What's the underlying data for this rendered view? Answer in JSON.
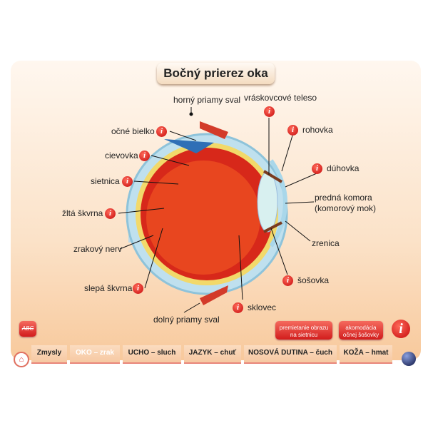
{
  "title": "Bočný prierez oka",
  "labels": {
    "horny": "horný priamy sval",
    "vraskovcove": "vráskovcové teleso",
    "ocne_bielko": "očné bielko",
    "rohovka": "rohovka",
    "cievovka": "cievovka",
    "duhovka": "dúhovka",
    "sietnica": "sietnica",
    "predna1": "predná komora",
    "predna2": "(komorový mok)",
    "zlta": "žltá škvrna",
    "zrenica": "zrenica",
    "zrakovy": "zrakový nerv",
    "sosovka": "šošovka",
    "slepa": "slepá škvrna",
    "sklovec": "sklovec",
    "dolny": "dolný priamy sval"
  },
  "info_icon": "i",
  "abc_label": "ABC",
  "buttons": {
    "premietanie1": "premietanie obrazu",
    "premietanie2": "na sietnicu",
    "akomodacia1": "akomodácia",
    "akomodacia2": "očnej šošovky"
  },
  "nav": [
    "Zmysly",
    "OKO – zrak",
    "UCHO – sluch",
    "JAZYK – chuť",
    "NOSOVÁ DUTINA – čuch",
    "KOŽA – hmat"
  ],
  "active_tab": "OKO – zrak"
}
